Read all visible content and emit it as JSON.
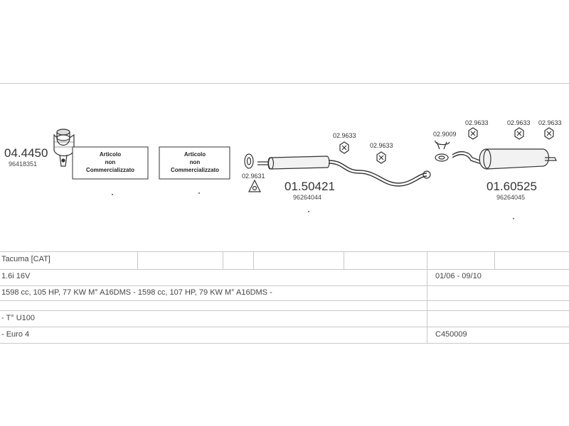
{
  "diagram": {
    "parts": [
      {
        "code": "04.4450",
        "oem": "96418351"
      },
      {
        "code": "01.50421",
        "oem": "96264044"
      },
      {
        "code": "01.60525",
        "oem": "96264045"
      }
    ],
    "not_sold_boxes": [
      {
        "lines": [
          "Articolo",
          "non",
          "Commercializzato"
        ]
      },
      {
        "lines": [
          "Articolo",
          "non",
          "Commercializzato"
        ]
      }
    ],
    "clamps": [
      "02.9631",
      "02.9633",
      "02.9633",
      "02.9009",
      "02.9633",
      "02.9633",
      "02.9633"
    ]
  },
  "table": {
    "model": "Tacuma  [CAT]",
    "engine": "1.6i 16V",
    "years": "01/06 - 09/10",
    "specs": "1598 cc, 105 HP, 77 KW M° A16DMS - 1598 cc, 107 HP, 79 KW M° A16DMS -",
    "type": "- T° U100",
    "emission": "- Euro 4",
    "ref": "C450009"
  }
}
